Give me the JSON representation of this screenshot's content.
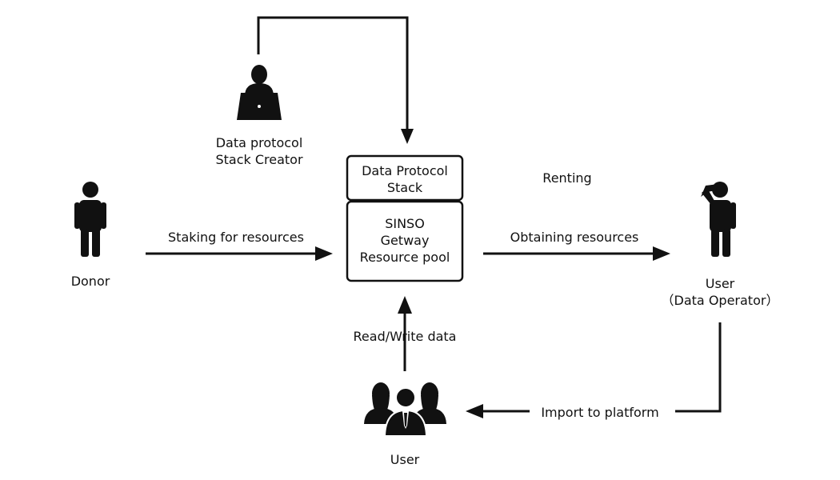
{
  "colors": {
    "ink": "#111111",
    "background": "#ffffff"
  },
  "nodes": {
    "creator": {
      "line1": "Data protocol",
      "line2": "Stack Creator",
      "icon": "person-with-laptop-icon"
    },
    "protocol_stack": {
      "line1": "Data Protocol",
      "line2": "Stack"
    },
    "resource_pool": {
      "line1": "SINSO",
      "line2": "Getway",
      "line3": "Resource pool"
    },
    "donor": {
      "label": "Donor",
      "icon": "person-standing-icon"
    },
    "operator": {
      "line1": "User",
      "line2": "（Data Operator）",
      "icon": "person-saluting-icon"
    },
    "users": {
      "label": "User",
      "icon": "user-group-icon"
    }
  },
  "edges": {
    "staking": "Staking for resources",
    "renting": "Renting",
    "obtaining": "Obtaining resources",
    "read_write": "Read/Write data",
    "import": "Import to platform"
  }
}
